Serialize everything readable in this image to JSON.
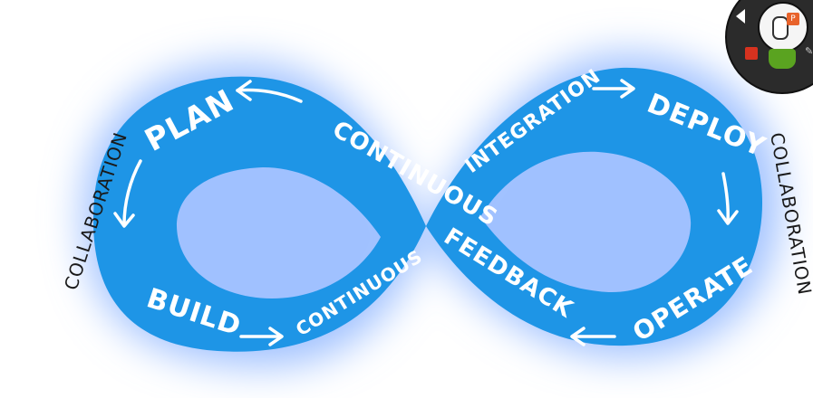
{
  "diagram": {
    "stages": {
      "plan": "PLAN",
      "build": "BUILD",
      "deploy": "DEPLOY",
      "operate": "OPERATE"
    },
    "continuous_left": "CONTINUOUS",
    "continuous_center": "CONTINUOUS",
    "feedback": "FEEDBACK",
    "integration": "INTEGRATION",
    "collaboration_left": "COLLABORATION",
    "collaboration_right": "COLLABORATION"
  },
  "colors": {
    "loop": "#1e95e6",
    "glow": "#8fb6ff",
    "text_on_loop": "#ffffff",
    "side_text": "#1a1a1a"
  },
  "icons": [
    "back-arrow-icon",
    "mouse-icon",
    "powerpoint-icon",
    "record-icon",
    "pointer-icon",
    "pen-icon"
  ]
}
